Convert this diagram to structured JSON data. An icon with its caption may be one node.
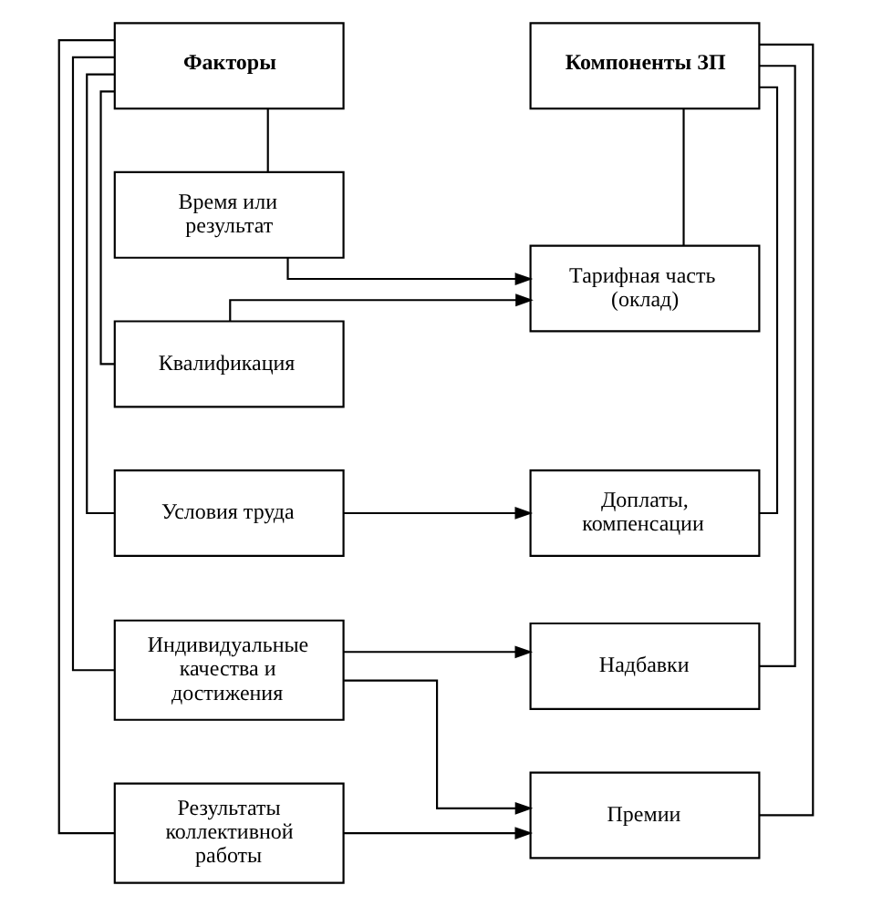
{
  "diagram": {
    "nodes": [
      {
        "text": [
          "Факторы"
        ]
      },
      {
        "text": [
          "Компоненты ЗП"
        ]
      },
      {
        "text": [
          "Время или результат"
        ]
      },
      {
        "text": [
          "Квалификация"
        ]
      },
      {
        "text": [
          "Условия труда"
        ]
      },
      {
        "text": [
          "Индивидуальные качества и достижения"
        ]
      },
      {
        "text": [
          "Результаты коллективной работы"
        ]
      },
      {
        "text": [
          "Тарифная часть (оклад)"
        ]
      },
      {
        "text": [
          "Доплаты, компенсации"
        ]
      },
      {
        "text": [
          "Надбавки"
        ]
      },
      {
        "text": [
          "Премии"
        ]
      }
    ],
    "edges": [
      {
        "from": 0,
        "to": 2,
        "arrow": "none"
      },
      {
        "from": 0,
        "to": 3,
        "arrow": "none"
      },
      {
        "from": 0,
        "to": 4,
        "arrow": "none"
      },
      {
        "from": 0,
        "to": 5,
        "arrow": "none"
      },
      {
        "from": 0,
        "to": 6,
        "arrow": "none"
      },
      {
        "from": 1,
        "to": 7,
        "arrow": "none"
      },
      {
        "from": 1,
        "to": 8,
        "arrow": "none"
      },
      {
        "from": 1,
        "to": 9,
        "arrow": "none"
      },
      {
        "from": 1,
        "to": 10,
        "arrow": "none"
      },
      {
        "from": 2,
        "to": 7,
        "arrow": "to"
      },
      {
        "from": 3,
        "to": 7,
        "arrow": "to"
      },
      {
        "from": 4,
        "to": 8,
        "arrow": "to"
      },
      {
        "from": 5,
        "to": 9,
        "arrow": "to"
      },
      {
        "from": 5,
        "to": 10,
        "arrow": "to"
      },
      {
        "from": 6,
        "to": 10,
        "arrow": "to"
      }
    ]
  }
}
